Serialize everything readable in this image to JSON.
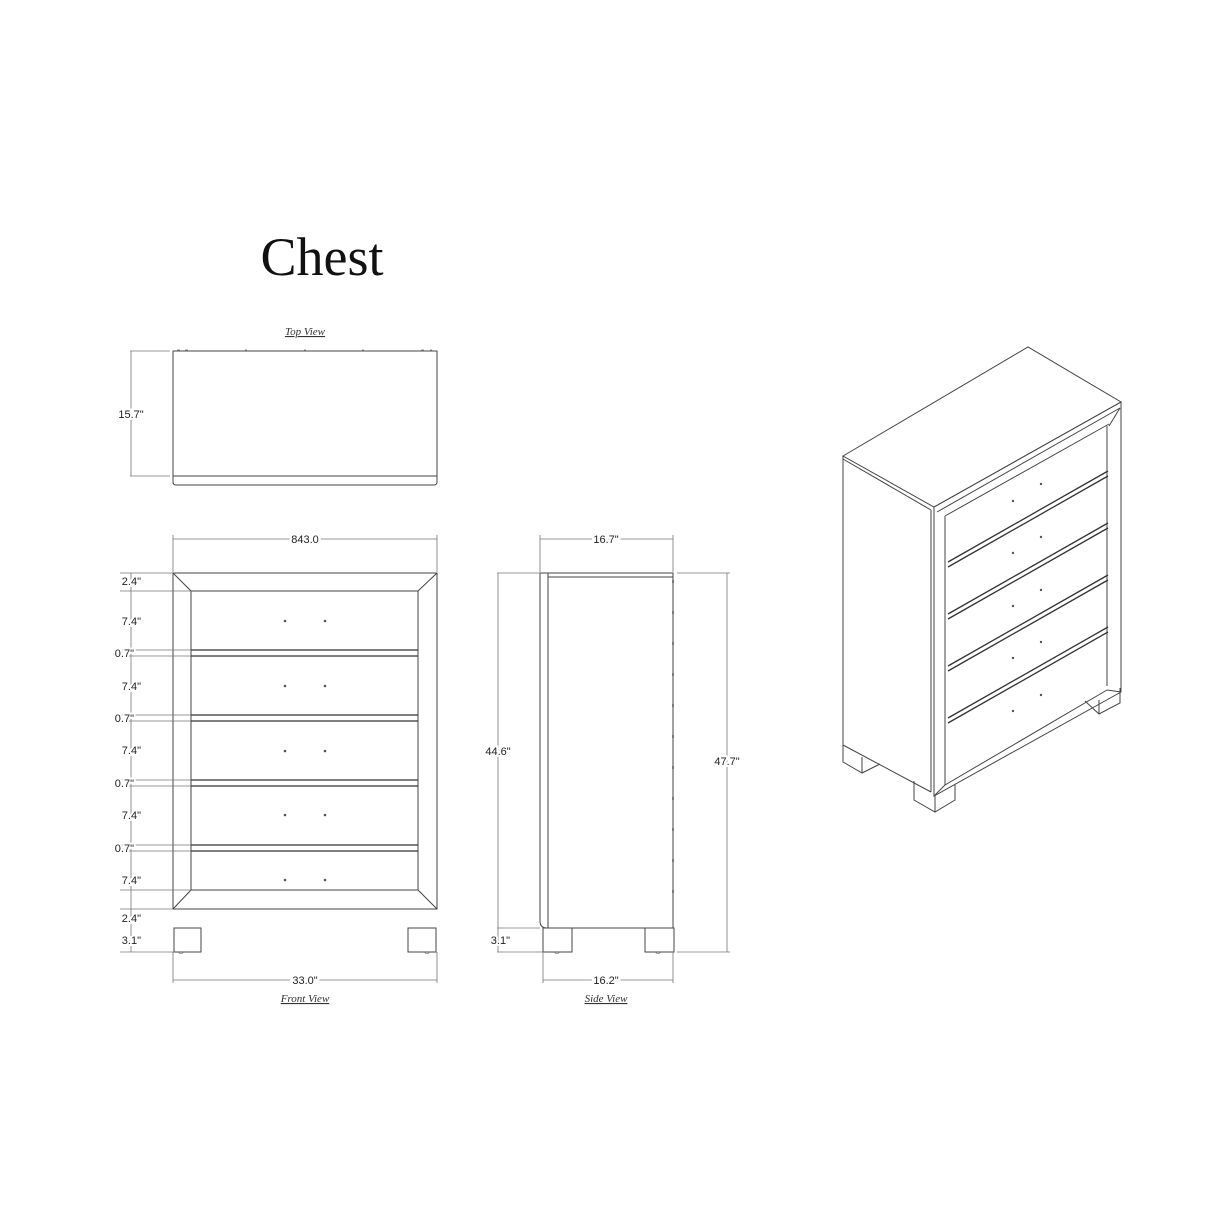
{
  "title": "Chest",
  "views": {
    "top": {
      "label": "Top View",
      "depth": "15.7\""
    },
    "front": {
      "label": "Front View",
      "top_width": "843.0",
      "bottom_width": "33.0\"",
      "heights": [
        {
          "key": "top_rail",
          "value": "2.4\""
        },
        {
          "key": "drawer_1",
          "value": "7.4\""
        },
        {
          "key": "gap_1",
          "value": "0.7\""
        },
        {
          "key": "drawer_2",
          "value": "7.4\""
        },
        {
          "key": "gap_2",
          "value": "0.7\""
        },
        {
          "key": "drawer_3",
          "value": "7.4\""
        },
        {
          "key": "gap_3",
          "value": "0.7\""
        },
        {
          "key": "drawer_4",
          "value": "7.4\""
        },
        {
          "key": "gap_4",
          "value": "0.7\""
        },
        {
          "key": "drawer_5",
          "value": "7.4\""
        },
        {
          "key": "bottom_rail",
          "value": "2.4\""
        },
        {
          "key": "legs",
          "value": "3.1\""
        }
      ]
    },
    "side": {
      "label": "Side View",
      "top_depth": "16.7\"",
      "bottom_depth": "16.2\"",
      "body_height": "44.6\"",
      "total_height": "47.7\"",
      "leg_height": "3.1\""
    },
    "isometric": {
      "label": "",
      "drawer_count": 5
    }
  }
}
